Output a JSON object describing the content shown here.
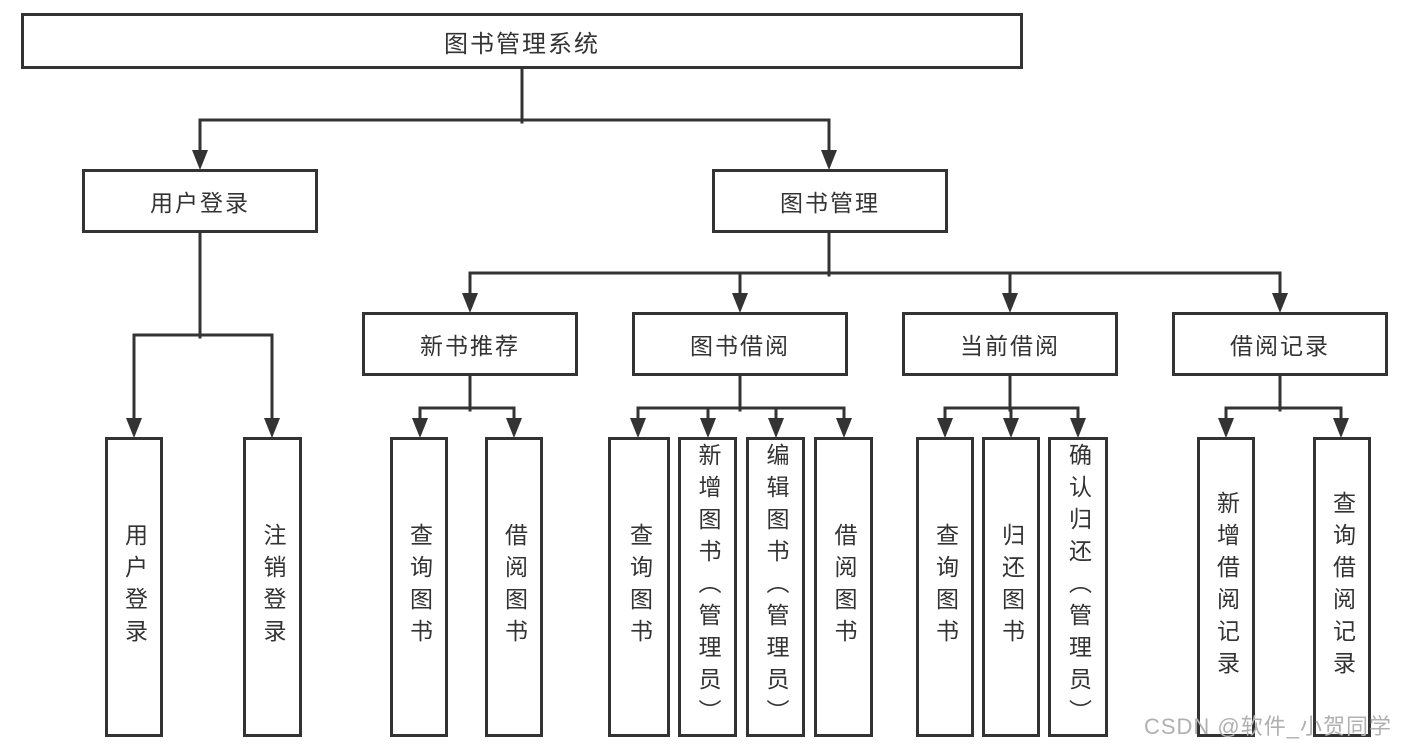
{
  "diagram": {
    "title_node": {
      "label": "图书管理系统"
    },
    "level1": [
      {
        "label": "用户登录"
      },
      {
        "label": "图书管理"
      }
    ],
    "level2": [
      {
        "label": "新书推荐"
      },
      {
        "label": "图书借阅"
      },
      {
        "label": "当前借阅"
      },
      {
        "label": "借阅记录"
      }
    ],
    "leaves": [
      {
        "label": "用户登录"
      },
      {
        "label": "注销登录"
      },
      {
        "label": "查询图书"
      },
      {
        "label": "借阅图书"
      },
      {
        "label": "查询图书"
      },
      {
        "label": "新增图书（管理员）"
      },
      {
        "label": "编辑图书（管理员）"
      },
      {
        "label": "借阅图书"
      },
      {
        "label": "查询图书"
      },
      {
        "label": "归还图书"
      },
      {
        "label": "确认归还（管理员）"
      },
      {
        "label": "新增借阅记录"
      },
      {
        "label": "查询借阅记录"
      }
    ],
    "watermark": {
      "text": "CSDN @软件_小贺同学"
    },
    "colors": {
      "line": "#333333",
      "box_border": "#333333",
      "text": "#333333",
      "background": "#ffffff",
      "watermark": "#b0b0b0"
    }
  }
}
